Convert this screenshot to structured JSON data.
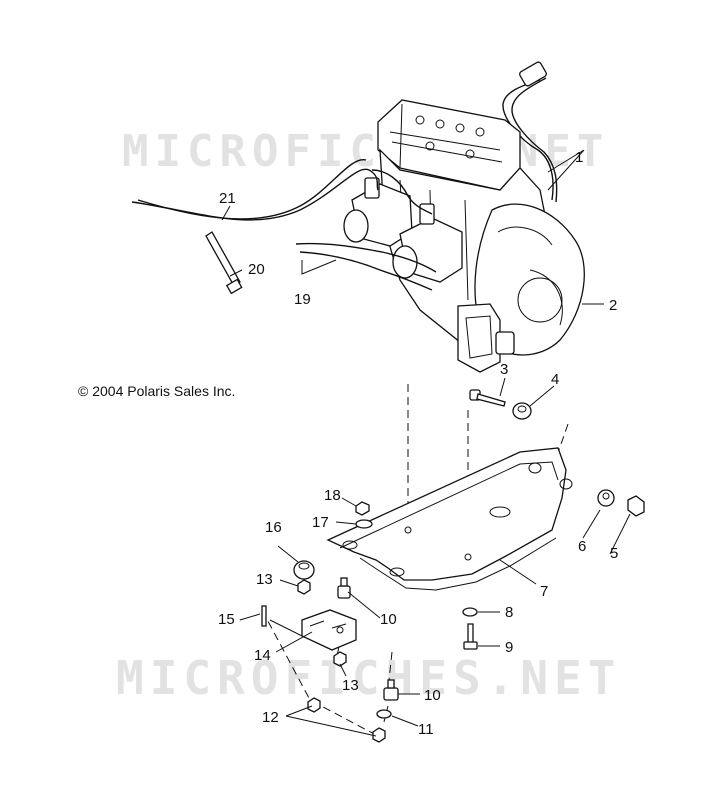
{
  "watermark": {
    "top": "MICROFICHES.NET",
    "bottom": "MICROFICHES.NET"
  },
  "copyright": "© 2004 Polaris Sales Inc.",
  "callouts": [
    "1",
    "2",
    "3",
    "4",
    "5",
    "6",
    "7",
    "8",
    "9",
    "10",
    "10",
    "11",
    "12",
    "13",
    "13",
    "14",
    "15",
    "16",
    "17",
    "18",
    "19",
    "20",
    "21"
  ]
}
